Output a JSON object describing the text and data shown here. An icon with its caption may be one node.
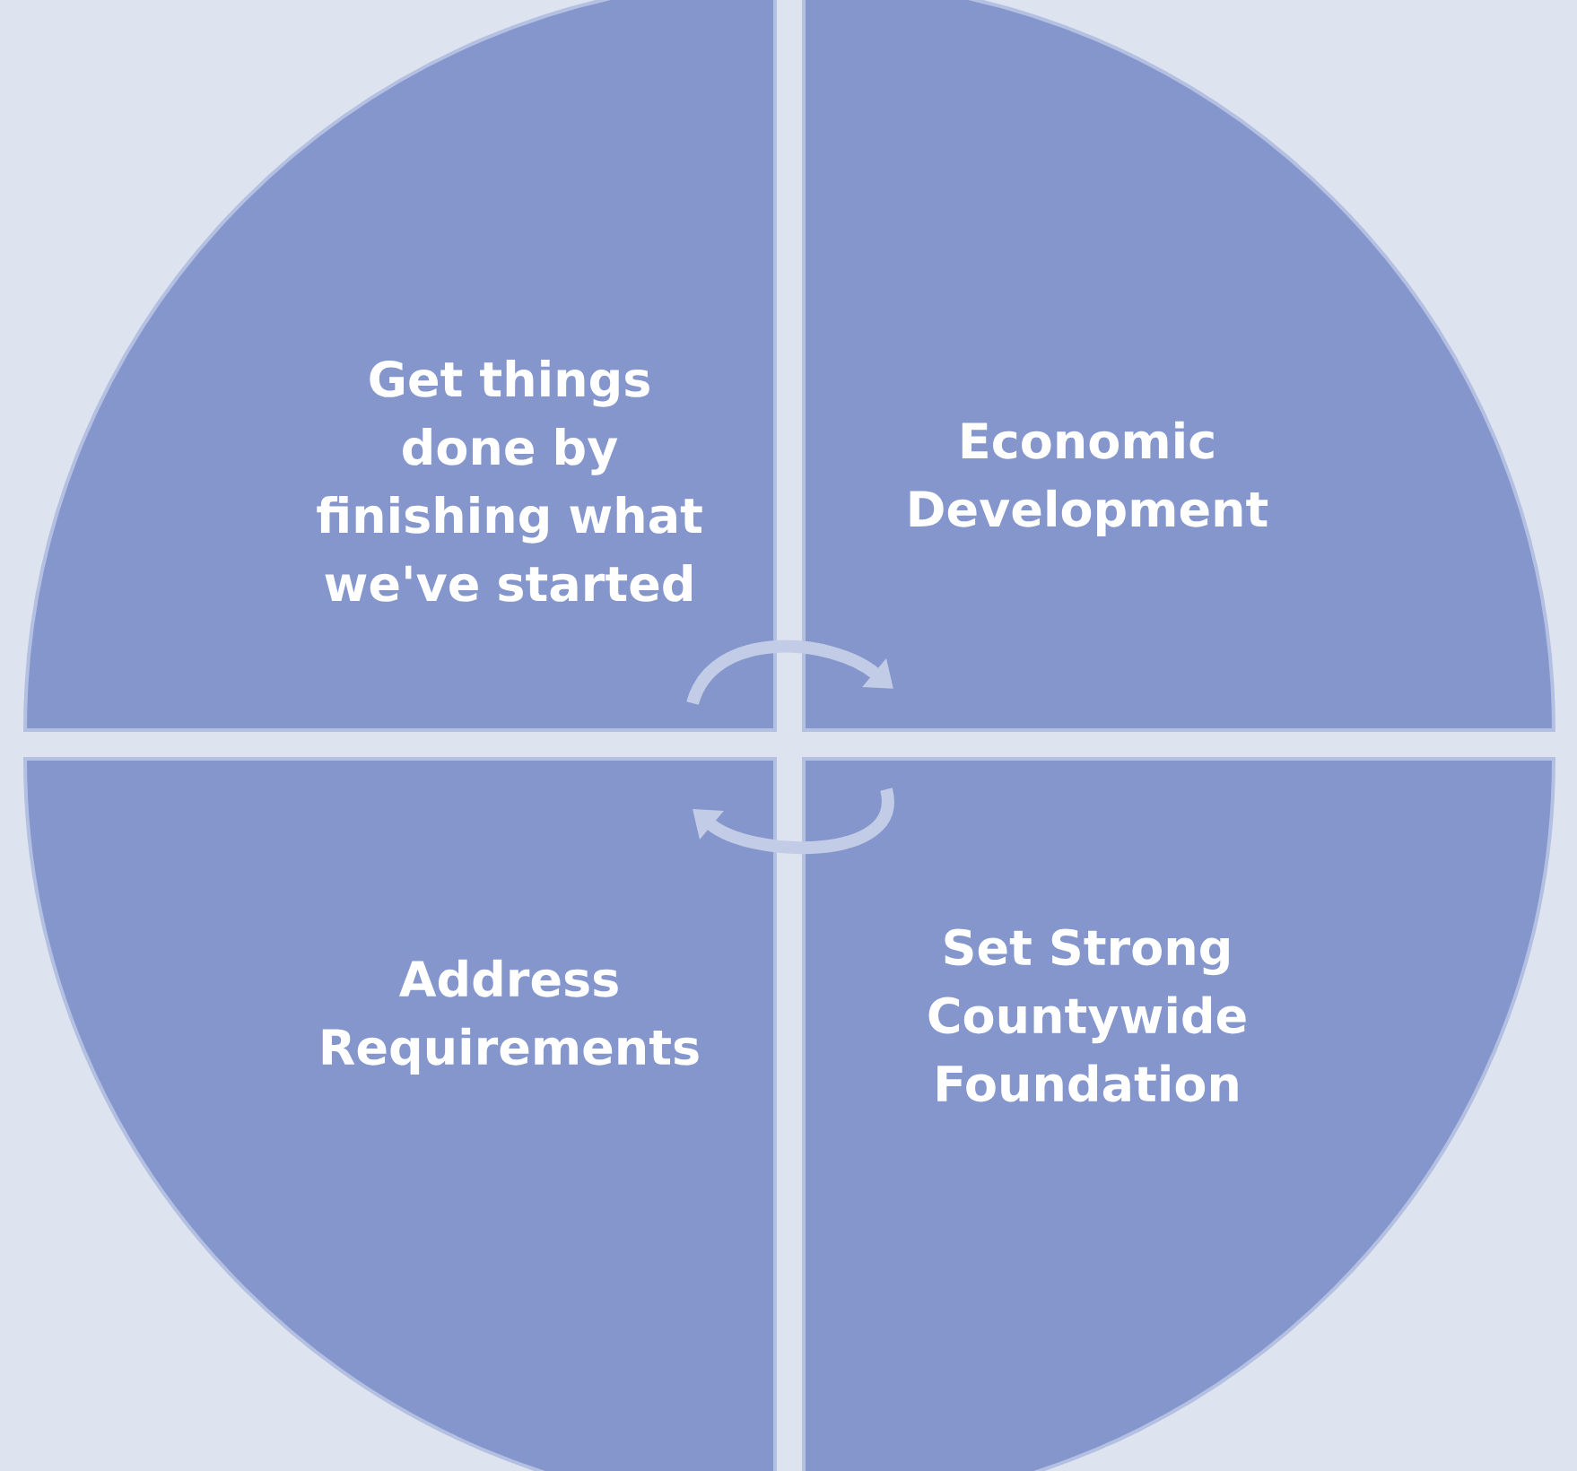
{
  "diagram": {
    "nodes": [
      {
        "text": [
          "Get things done by finishing what we've started"
        ]
      },
      {
        "text": [
          "Economic Development"
        ]
      },
      {
        "text": [
          "Address Requirements"
        ]
      },
      {
        "text": [
          "Set Strong Countywide Foundation"
        ]
      }
    ],
    "edges": [
      {
        "from": 0,
        "to": 1,
        "arrow": "to"
      },
      {
        "from": 3,
        "to": 2,
        "arrow": "to"
      }
    ]
  }
}
